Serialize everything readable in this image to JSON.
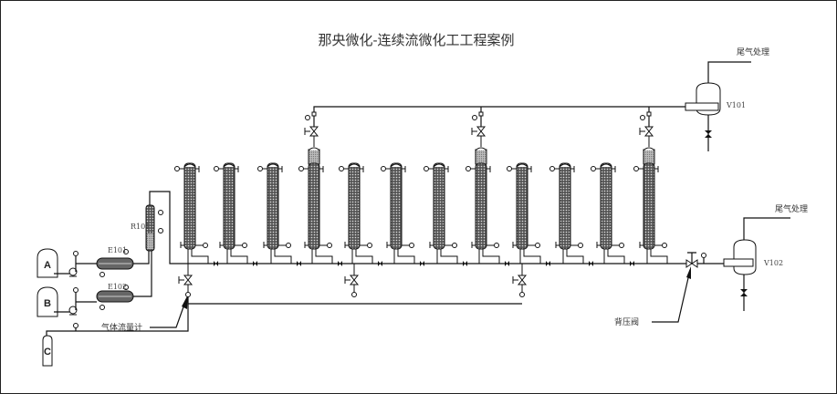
{
  "title": "那央微化-连续流微化工工程案例",
  "tanks": {
    "a": "A",
    "b": "B",
    "c": "C"
  },
  "equipment": {
    "e101": "E101",
    "e102": "E102",
    "r101": "R101",
    "v101": "V101",
    "v102": "V102"
  },
  "labels": {
    "gas_flowmeter": "气体流量计",
    "back_pressure_valve": "背压阀",
    "tail_gas_1": "尾气处理",
    "tail_gas_2": "尾气处理"
  },
  "columns": {
    "count": 12,
    "with_gas_outlet": [
      4,
      8,
      12
    ],
    "gas_inlet_before": [
      1,
      5,
      9
    ]
  }
}
